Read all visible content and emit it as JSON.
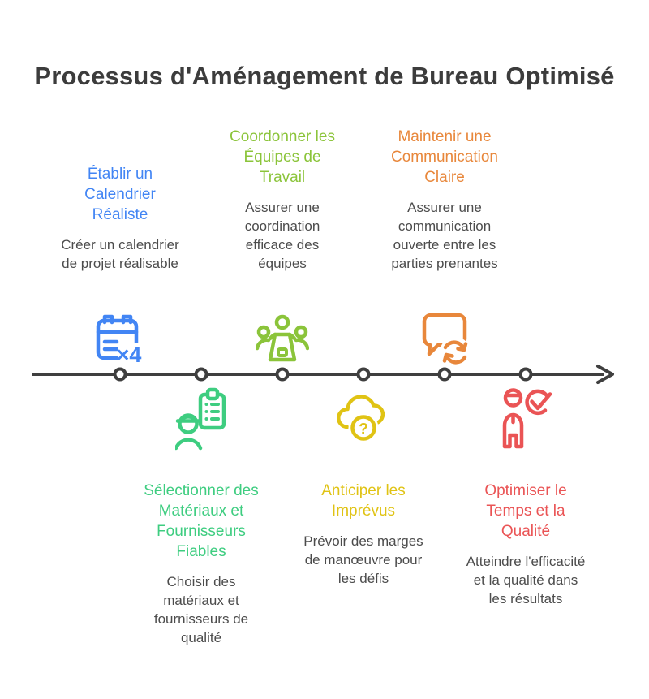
{
  "title": "Processus d'Aménagement de Bureau Optimisé",
  "colors": {
    "blue": "#4285f4",
    "green": "#8bc43a",
    "orange": "#e8873b",
    "emerald": "#3ecd80",
    "yellow": "#e0c314",
    "red": "#ea5455",
    "timeline": "#3f3f3f",
    "text_dark": "#4c4c4c"
  },
  "timeline": {
    "node_count": 6,
    "direction": "left-to-right"
  },
  "icons": {
    "calendar_multiplier": "×4",
    "question_mark": "?"
  },
  "steps": [
    {
      "position": "top",
      "color": "#4285f4",
      "icon": "calendar-x4-icon",
      "title": "Établir un\nCalendrier\nRéaliste",
      "description": "Créer un calendrier\nde projet réalisable"
    },
    {
      "position": "bottom",
      "color": "#3ecd80",
      "icon": "worker-checklist-icon",
      "title": "Sélectionner des\nMatériaux et\nFournisseurs\nFiables",
      "description": "Choisir des\nmatériaux et\nfournisseurs de\nqualité"
    },
    {
      "position": "top",
      "color": "#8bc43a",
      "icon": "team-meeting-icon",
      "title": "Coordonner les\nÉquipes de\nTravail",
      "description": "Assurer une\ncoordination\nefficace des\néquipes"
    },
    {
      "position": "bottom",
      "color": "#e0c314",
      "icon": "cloud-question-icon",
      "title": "Anticiper les\nImprévus",
      "description": "Prévoir des marges\nde manœuvre pour\nles défis"
    },
    {
      "position": "top",
      "color": "#e8873b",
      "icon": "speech-sync-icon",
      "title": "Maintenir une\nCommunication\nClaire",
      "description": "Assurer une\ncommunication\nouverte entre les\nparties prenantes"
    },
    {
      "position": "bottom",
      "color": "#ea5455",
      "icon": "person-check-icon",
      "title": "Optimiser le\nTemps et la\nQualité",
      "description": "Atteindre l'efficacité\net la qualité dans\nles résultats"
    }
  ]
}
